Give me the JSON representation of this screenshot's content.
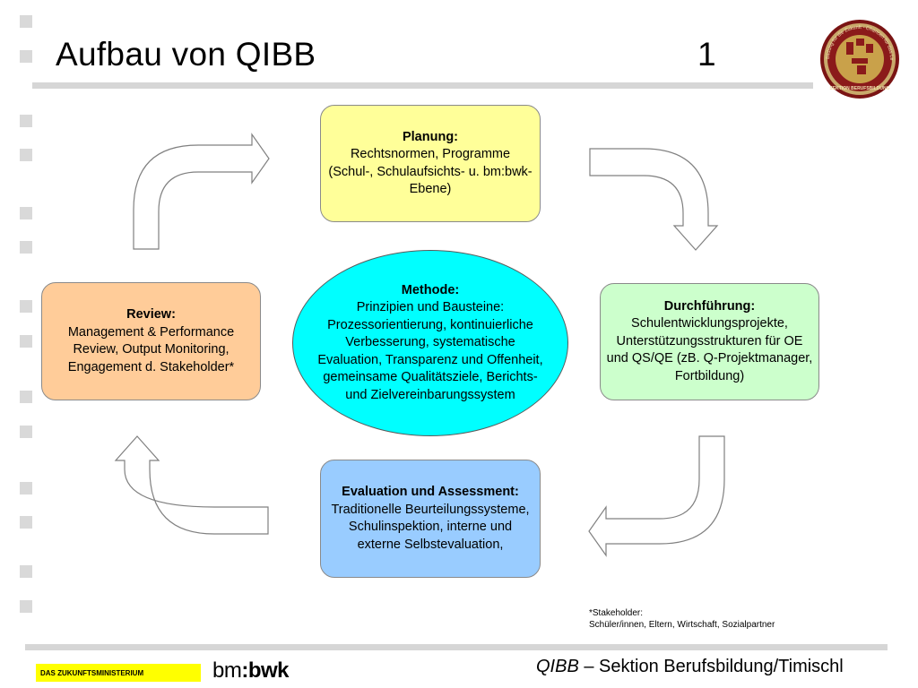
{
  "header": {
    "title": "Aufbau von QIBB",
    "slide_number": "1"
  },
  "logo": {
    "ring_text": "Bildung für die Zukunft - Chancen für das Leben",
    "bottom_text": "SEKTION BERUFSBILDUNG"
  },
  "diagram": {
    "planung": {
      "heading": "Planung:",
      "body": "Rechtsnormen, Programme (Schul-, Schulaufsichts- u. bm:bwk-Ebene)",
      "color": "#ffff99"
    },
    "durchfuehrung": {
      "heading": "Durchführung:",
      "body": "Schulentwicklungsprojekte, Unterstützungsstrukturen für OE und QS/QE (zB. Q-Projektmanager, Fortbildung)",
      "color": "#ccffcc"
    },
    "evaluation": {
      "heading": "Evaluation und Assessment:",
      "body": "Traditionelle Beurteilungssysteme, Schulinspektion, interne und externe Selbstevaluation,",
      "color": "#99ccff"
    },
    "review": {
      "heading": "Review:",
      "body": "Management & Performance Review, Output Monitoring, Engagement d. Stakeholder*",
      "color": "#ffcc99"
    },
    "methode": {
      "heading": "Methode:",
      "body": "Prinzipien und Bausteine: Prozessorientierung, kontinuierliche Verbesserung, systematische Evaluation, Transparenz und Offenheit, gemeinsame Qualitätsziele, Berichts- und Zielvereinbarungssystem",
      "color": "#00ffff"
    }
  },
  "footnote": {
    "line1": "*Stakeholder:",
    "line2": "Schüler/innen, Eltern, Wirtschaft, Sozialpartner"
  },
  "footer": {
    "brand": "QIBB",
    "rest": " – Sektion Berufsbildung/Timischl",
    "ministry": "DAS ZUKUNFTSMINISTERIUM",
    "logo_pre": "bm",
    "logo_colon": ":",
    "logo_post": "bwk"
  }
}
